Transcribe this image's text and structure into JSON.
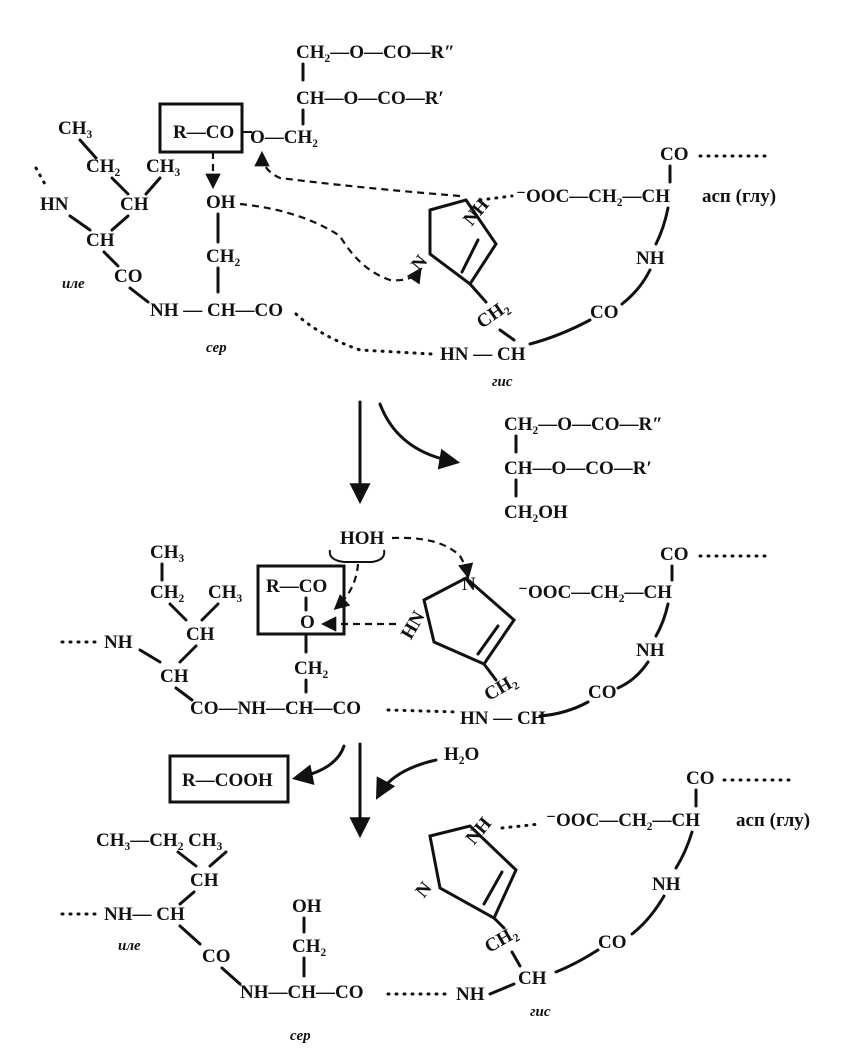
{
  "stage1": {
    "glycerol": {
      "ch2_top": "CH₂—O—CO—R″",
      "ch_mid": "CH—O—CO—R′",
      "ch2_ester": "O—CH₂"
    },
    "acyl_box": "R—CO",
    "ser_oh": "OH",
    "ser_ch2": "CH₂",
    "ser_chain": "NH — CH—CO",
    "ser_label": "сер",
    "ile": {
      "ch3_a": "CH₃",
      "ch2": "CH₂",
      "ch3_b": "CH₃",
      "ch": "CH",
      "nh": "HN",
      "ch_alpha": "CH",
      "co": "CO",
      "label": "иле"
    },
    "his": {
      "nh": "NH",
      "n": "N",
      "ch2": "CH₂",
      "hn_ch": "HN — CH",
      "label": "гис"
    },
    "asp": {
      "carboxylate": "⁻OOC—CH₂—CH",
      "co_top": "CO",
      "nh": "NH",
      "co": "CO",
      "label": "асп (глу)"
    }
  },
  "product_diglyceride": {
    "line1": "CH₂—O—CO—R″",
    "line2": "CH—O—CO—R′",
    "line3": "CH₂OH"
  },
  "stage2": {
    "water": "HOH",
    "acyl_box_top": "R—CO",
    "acyl_box_bottom": "O",
    "ser_ch2": "CH₂",
    "ser_chain": "CO—NH—CH—CO",
    "ile": {
      "ch3_a": "CH₃",
      "ch2": "CH₂",
      "ch3_b": "CH₃",
      "nh": "NH",
      "ch": "CH",
      "ch_alpha": "CH"
    },
    "his": {
      "n": "N",
      "hn": "HN",
      "ch2": "CH₂",
      "hn_ch": "HN — CH"
    },
    "asp": {
      "carboxylate": "⁻OOC—CH₂—CH",
      "co_top": "CO",
      "nh": "NH",
      "co": "CO"
    }
  },
  "acid_product": "R—COOH",
  "water_in": "H₂O",
  "stage3": {
    "ile": {
      "top": "CH₃—CH₂ CH₃",
      "ch": "CH",
      "nh_ch": "NH— CH",
      "label": "иле",
      "co": "CO"
    },
    "ser_oh": "OH",
    "ser_ch2": "CH₂",
    "ser_chain": "NH—CH—CO",
    "ser_label": "сер",
    "his": {
      "nh": "NH",
      "n": "N",
      "ch2": "CH₂",
      "nh2": "NH",
      "ch": "CH",
      "label": "гис"
    },
    "asp": {
      "carboxylate": "⁻OOC—CH₂—CH",
      "co_top": "CO",
      "label": "асп (глу)",
      "nh": "NH",
      "co": "CO"
    }
  }
}
